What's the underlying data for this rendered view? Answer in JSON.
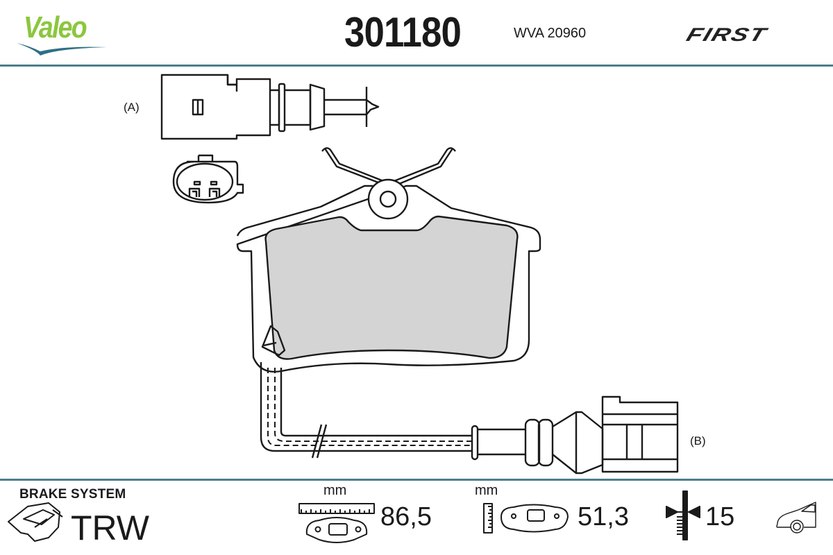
{
  "header": {
    "brand": "Valeo",
    "part_number": "301180",
    "wva": "WVA  20960",
    "product_line": "FIRST"
  },
  "colors": {
    "brand_green": "#8cc63f",
    "brand_swoosh": "#2f6f86",
    "divider": "#4d7d8c",
    "pad_friction_fill": "#d4d4d4",
    "line": "#1a1a1a"
  },
  "diagram": {
    "connector_a_label": "(A)",
    "connector_b_label": "(B)",
    "icons": [
      "connector-a-side-icon",
      "connector-a-front-icon",
      "brake-pad-icon",
      "wear-sensor-wire-icon",
      "connector-b-icon"
    ]
  },
  "footer": {
    "system_label": "BRAKE SYSTEM",
    "system_brand": "TRW",
    "width": {
      "unit": "mm",
      "value": "86,5"
    },
    "height": {
      "unit": "mm",
      "value": "51,3"
    },
    "thickness": {
      "value": "15"
    },
    "axle_icon": "rear-axle-car-icon"
  }
}
